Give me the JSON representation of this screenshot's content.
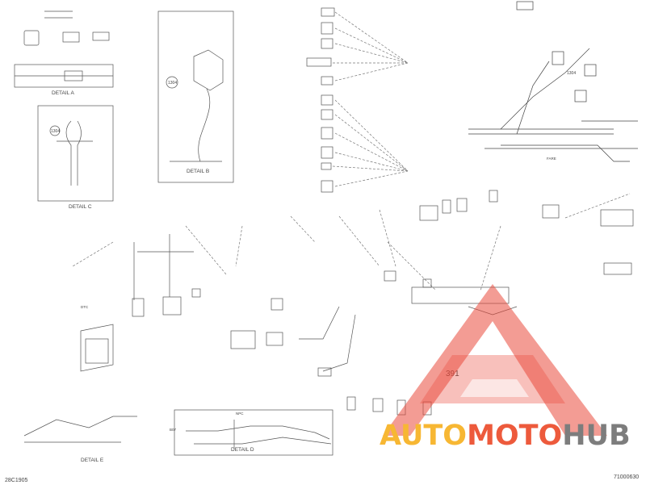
{
  "diagram": {
    "details": {
      "a": "DETAIL A",
      "b": "DETAIL B",
      "c": "DETAIL C",
      "d": "DETAIL D",
      "e": "DETAIL E"
    },
    "callouts": {
      "c1": "1304",
      "c2": "1304",
      "c3": "1304",
      "c4": "391",
      "c5": "FARE",
      "c6": "DTC",
      "c7": "NPC",
      "c8": "B07"
    }
  },
  "footer": {
    "left_code": "28C1905",
    "right_code": "71000630"
  },
  "watermark": {
    "auto": "AUTO",
    "moto": "MOTO",
    "hub": "HUB",
    "colors": {
      "auto": "#f7b733",
      "moto": "#ed5a3c",
      "hub": "#7d7d7d",
      "triangle": "#ea4a3c"
    }
  }
}
